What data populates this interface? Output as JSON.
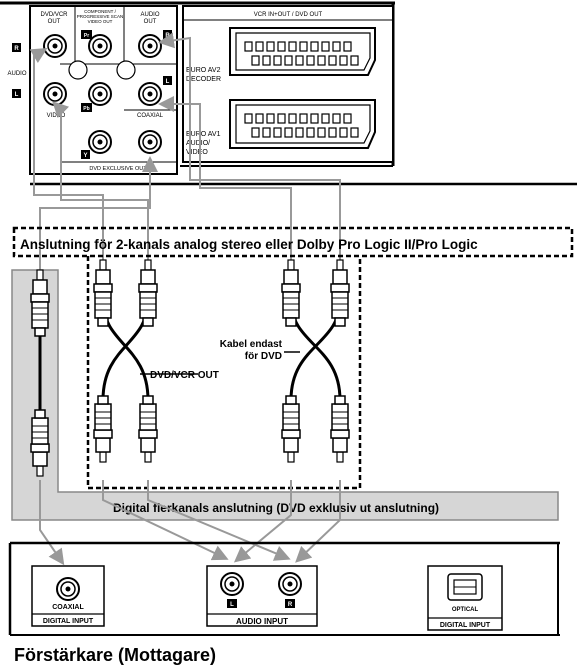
{
  "top_panel": {
    "dvd_vcr_out": [
      "DVD/VCR",
      "OUT"
    ],
    "component": [
      "COMPONENT /",
      "PROGRESSIVE SCAN",
      "VIDEO OUT"
    ],
    "audio_out": [
      "AUDIO",
      "OUT"
    ],
    "vcr_header": "VCR IN+OUT / DVD OUT",
    "badge_r": "R",
    "badge_l": "L",
    "badge_pr": "Pr",
    "badge_pb": "Pb",
    "badge_y": "Y",
    "audio_side": "AUDIO",
    "video": "VIDEO",
    "coaxial": "COAXIAL",
    "dvd_exclusive": "DVD EXCLUSIVE OUT",
    "euro_av2": [
      "EURO AV2",
      "DECODER"
    ],
    "euro_av1": [
      "EURO AV1",
      "AUDIO/",
      "VIDEO"
    ]
  },
  "labels": {
    "analog_title": "Anslutning för 2-kanals analog stereo eller Dolby Pro Logic II/Pro Logic",
    "cable_only": [
      "Kabel endast",
      "för DVD"
    ],
    "dvd_vcr_out": "DVD/VCR OUT",
    "digital_multi": "Digital flerkanals anslutning (DVD exklusiv ut anslutning)"
  },
  "receiver": {
    "coaxial": "COAXIAL",
    "digital_input_1": "DIGITAL INPUT",
    "audio_input": "AUDIO INPUT",
    "badge_l": "L",
    "badge_r": "R",
    "optical": "OPTICAL",
    "digital_input_2": "DIGITAL INPUT",
    "caption": "Förstärkare (Mottagare)"
  }
}
